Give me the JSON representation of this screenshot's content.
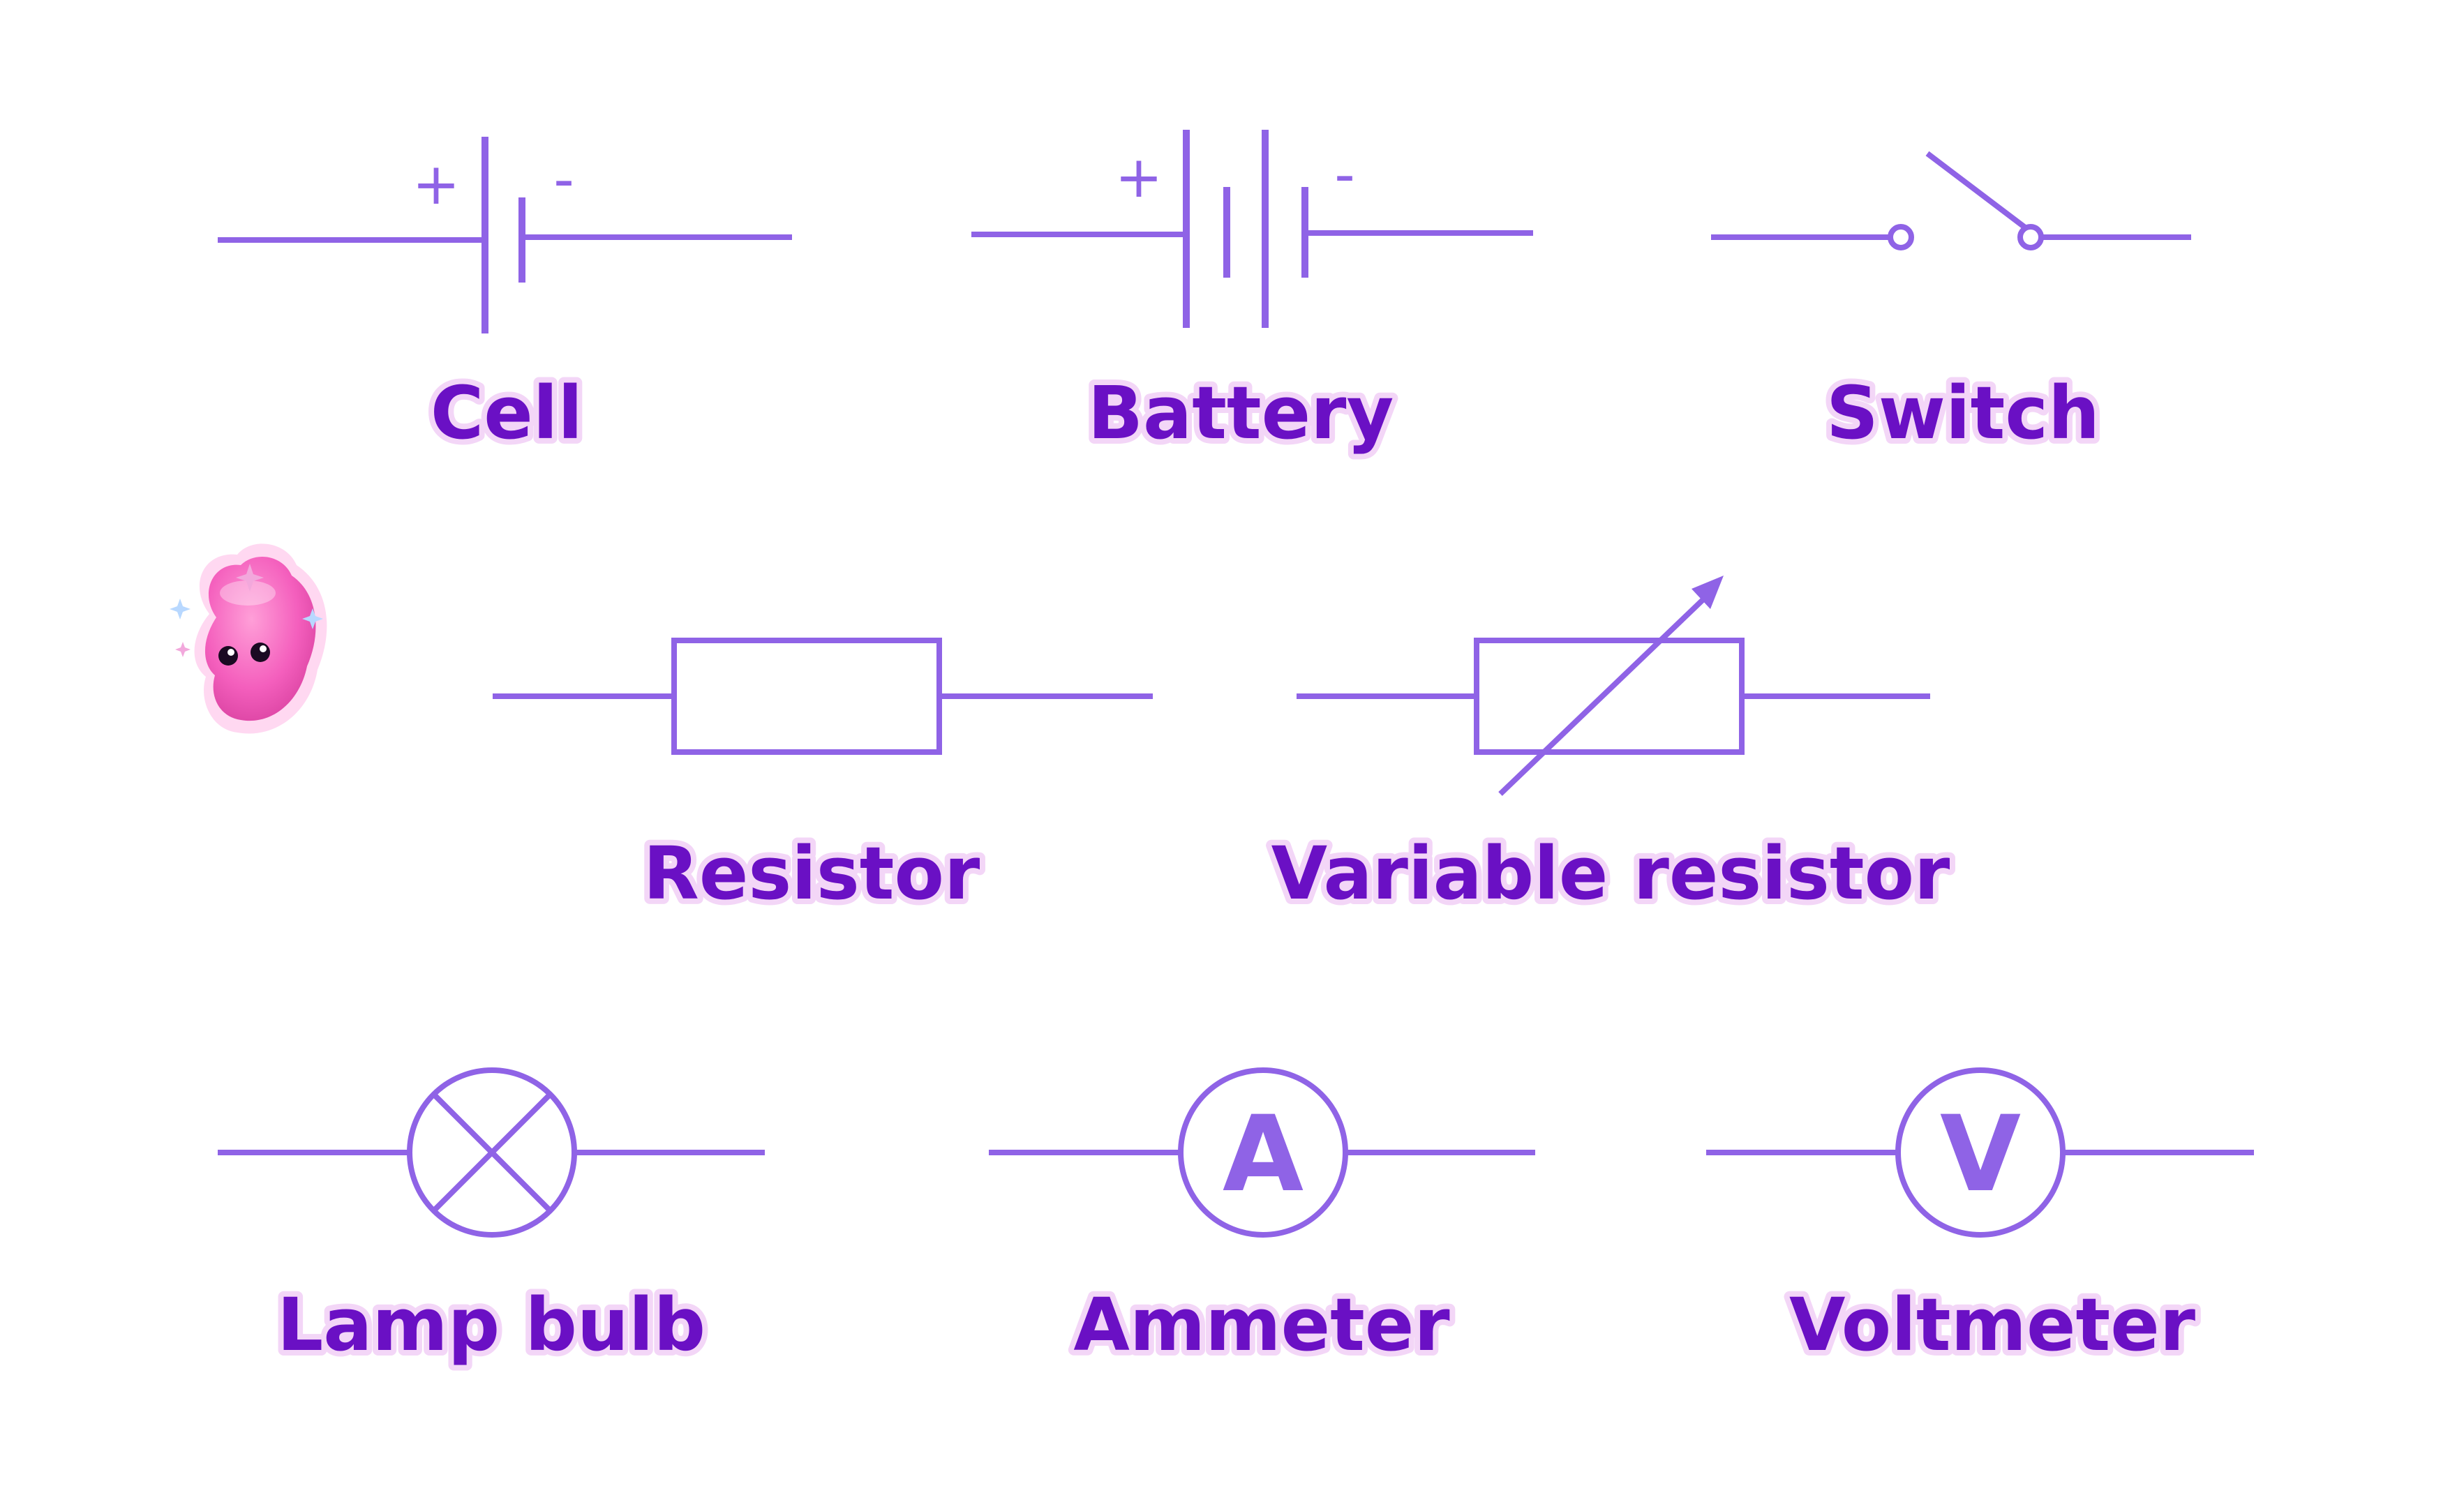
{
  "colors": {
    "symbol": "#8f63e6",
    "label_text": "#6a10c4",
    "label_glow": "#f3d6f7",
    "background": "#ffffff"
  },
  "components": {
    "cell": {
      "label": "Cell",
      "positive": "+",
      "negative": "-"
    },
    "battery": {
      "label": "Battery",
      "positive": "+",
      "negative": "-"
    },
    "switch": {
      "label": "Switch"
    },
    "resistor": {
      "label": "Resistor"
    },
    "variable_resistor": {
      "label": "Variable resistor"
    },
    "lamp": {
      "label": "Lamp bulb"
    },
    "ammeter": {
      "label": "Ammeter",
      "letter": "A"
    },
    "voltmeter": {
      "label": "Voltmeter",
      "letter": "V"
    }
  },
  "mascot": {
    "icon": "pink-blob-mascot-icon"
  }
}
